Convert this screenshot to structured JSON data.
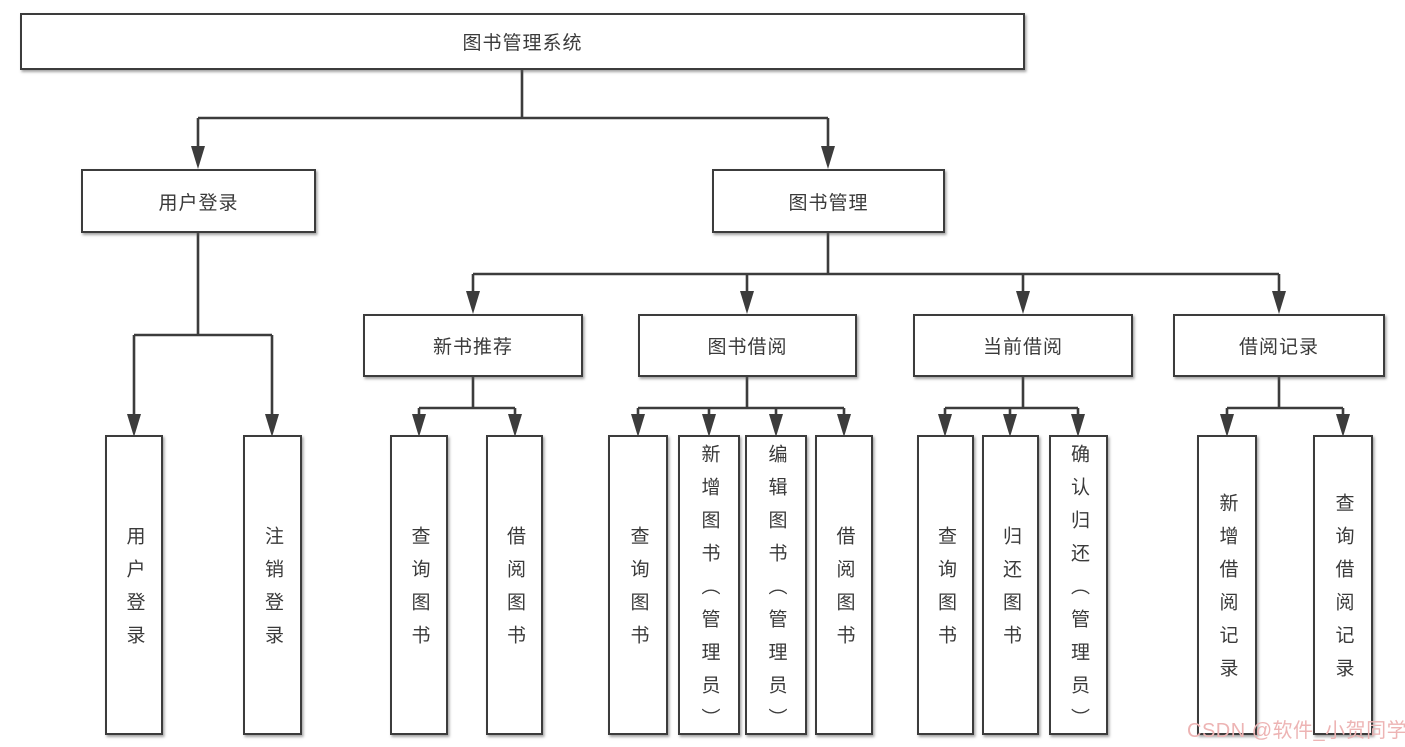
{
  "diagram_type": "hierarchy-chart",
  "root": {
    "label": "图书管理系统"
  },
  "level2": [
    {
      "label": "用户登录",
      "leaves": [
        "用户登录",
        "注销登录"
      ]
    },
    {
      "label": "图书管理",
      "sections": [
        {
          "label": "新书推荐",
          "leaves": [
            "查询图书",
            "借阅图书"
          ]
        },
        {
          "label": "图书借阅",
          "leaves": [
            "查询图书",
            "新增图书（管理员）",
            "编辑图书（管理员）",
            "借阅图书"
          ]
        },
        {
          "label": "当前借阅",
          "leaves": [
            "查询图书",
            "归还图书",
            "确认归还（管理员）"
          ]
        },
        {
          "label": "借阅记录",
          "leaves": [
            "新增借阅记录",
            "查询借阅记录"
          ]
        }
      ]
    }
  ],
  "watermark": "CSDN @软件_小贺同学",
  "colors": {
    "line": "#3c3c3c",
    "text": "#3a3a3a",
    "box_fill": "#ffffff",
    "watermark": "#edb4b4",
    "background": "#ffffff"
  }
}
